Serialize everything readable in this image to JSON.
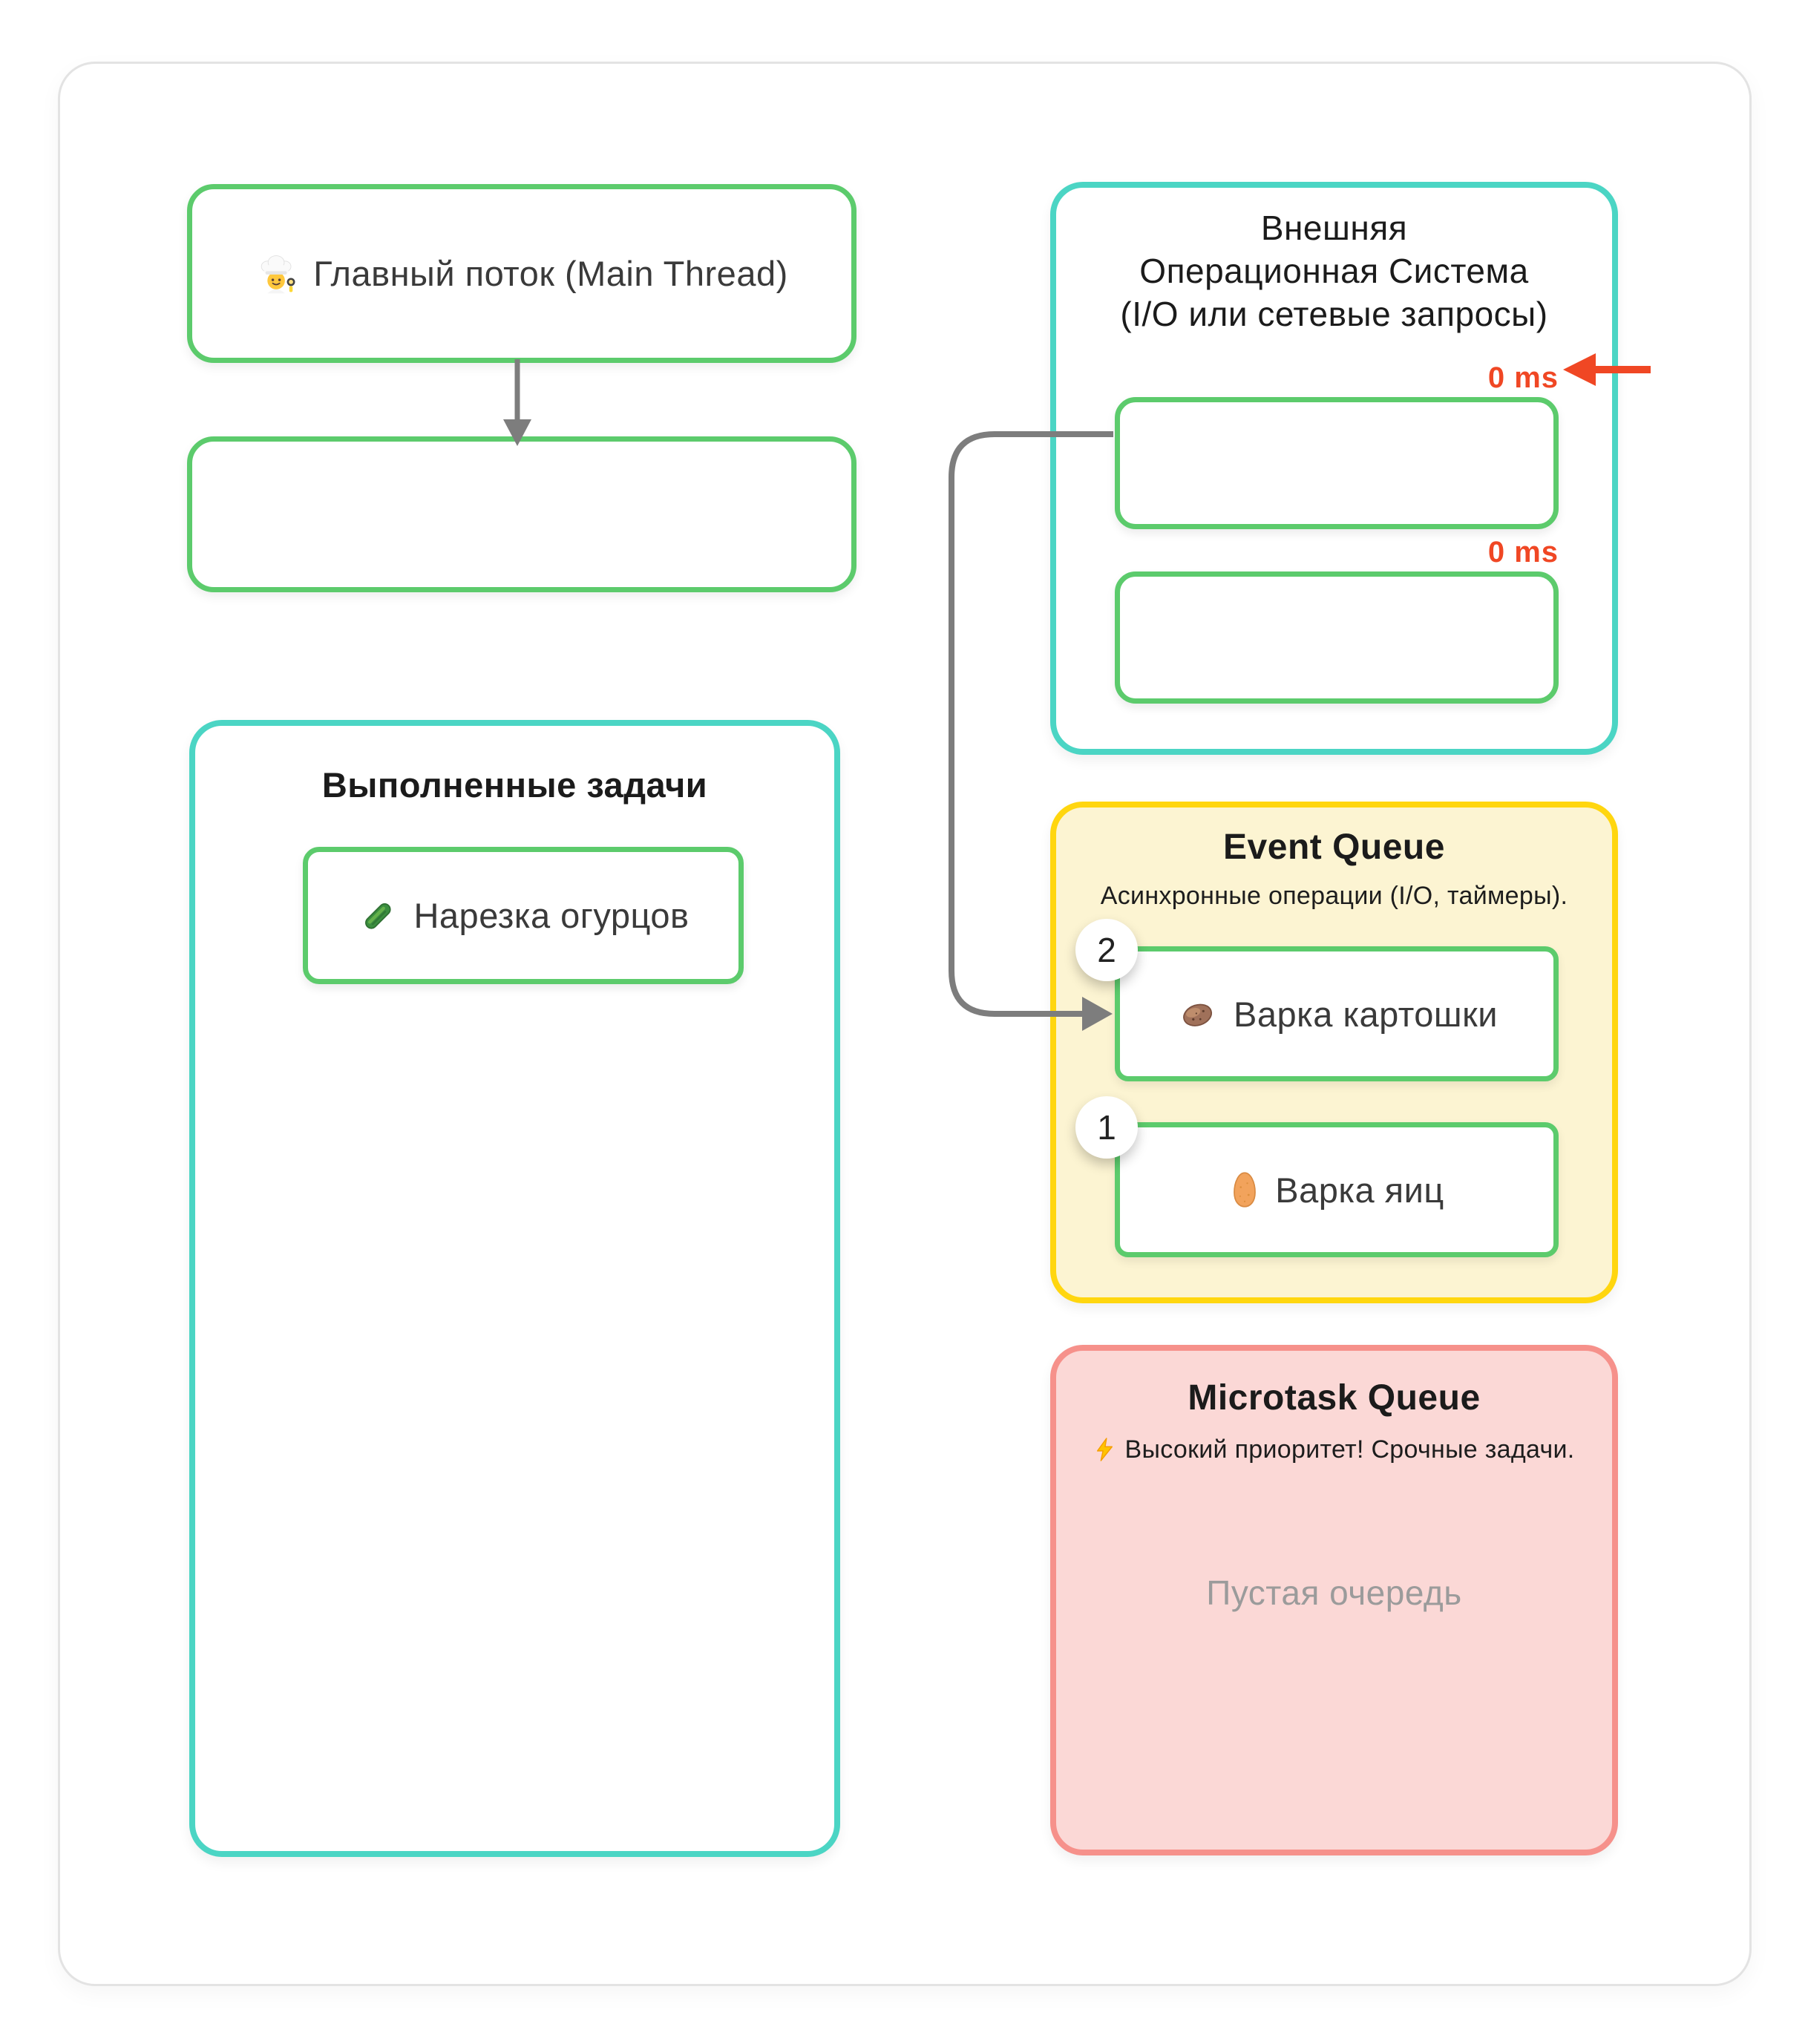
{
  "main_thread": {
    "label": "Главный поток (Main Thread)",
    "icon": "chef-icon"
  },
  "completed": {
    "title": "Выполненные задачи",
    "tasks": [
      {
        "label": "Нарезка огурцов",
        "icon": "cucumber-icon"
      }
    ]
  },
  "os": {
    "title_line1": "Внешняя",
    "title_line2": "Операционная Система",
    "title_line3": "(I/O или сетевые запросы)",
    "timers": [
      "0 ms",
      "0 ms"
    ]
  },
  "event_queue": {
    "title": "Event Queue",
    "subtitle": "Асинхронные операции (I/O, таймеры).",
    "tasks": [
      {
        "order": "2",
        "label": "Варка картошки",
        "icon": "potato-icon"
      },
      {
        "order": "1",
        "label": "Варка яиц",
        "icon": "egg-icon"
      }
    ]
  },
  "microtask_queue": {
    "title": "Microtask Queue",
    "subtitle": "Высокий приоритет! Срочные задачи.",
    "subtitle_icon": "lightning-icon",
    "empty_label": "Пустая очередь"
  },
  "colors": {
    "green": "#5ccb6c",
    "teal": "#4bd5c4",
    "yellow_border": "#ffd60f",
    "yellow_bg": "#fcf4d2",
    "pink_border": "#f6918b",
    "pink_bg": "#fbd8d6",
    "red": "#f04724",
    "arrow_gray": "#7d7d7d"
  }
}
